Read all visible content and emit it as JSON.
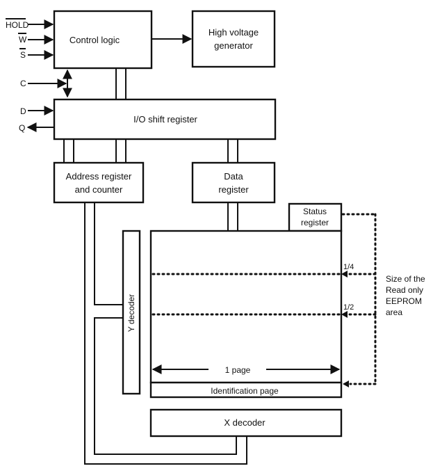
{
  "signals": {
    "hold": "HOLD",
    "w": "W",
    "s": "S",
    "c": "C",
    "d": "D",
    "q": "Q"
  },
  "blocks": {
    "control_logic": "Control logic",
    "high_voltage_line1": "High voltage",
    "high_voltage_line2": "generator",
    "io_shift_register": "I/O shift register",
    "address_register_line1": "Address register",
    "address_register_line2": "and counter",
    "data_register_line1": "Data",
    "data_register_line2": "register",
    "status_register_line1": "Status",
    "status_register_line2": "register",
    "y_decoder": "Y decoder",
    "identification_page": "Identification page",
    "x_decoder": "X decoder"
  },
  "memory_array": {
    "page_label": "1 page",
    "quarter_label": "1/4",
    "half_label": "1/2"
  },
  "read_only_note": {
    "line1": "Size of the",
    "line2": "Read only",
    "line3": "EEPROM",
    "line4": "area"
  }
}
